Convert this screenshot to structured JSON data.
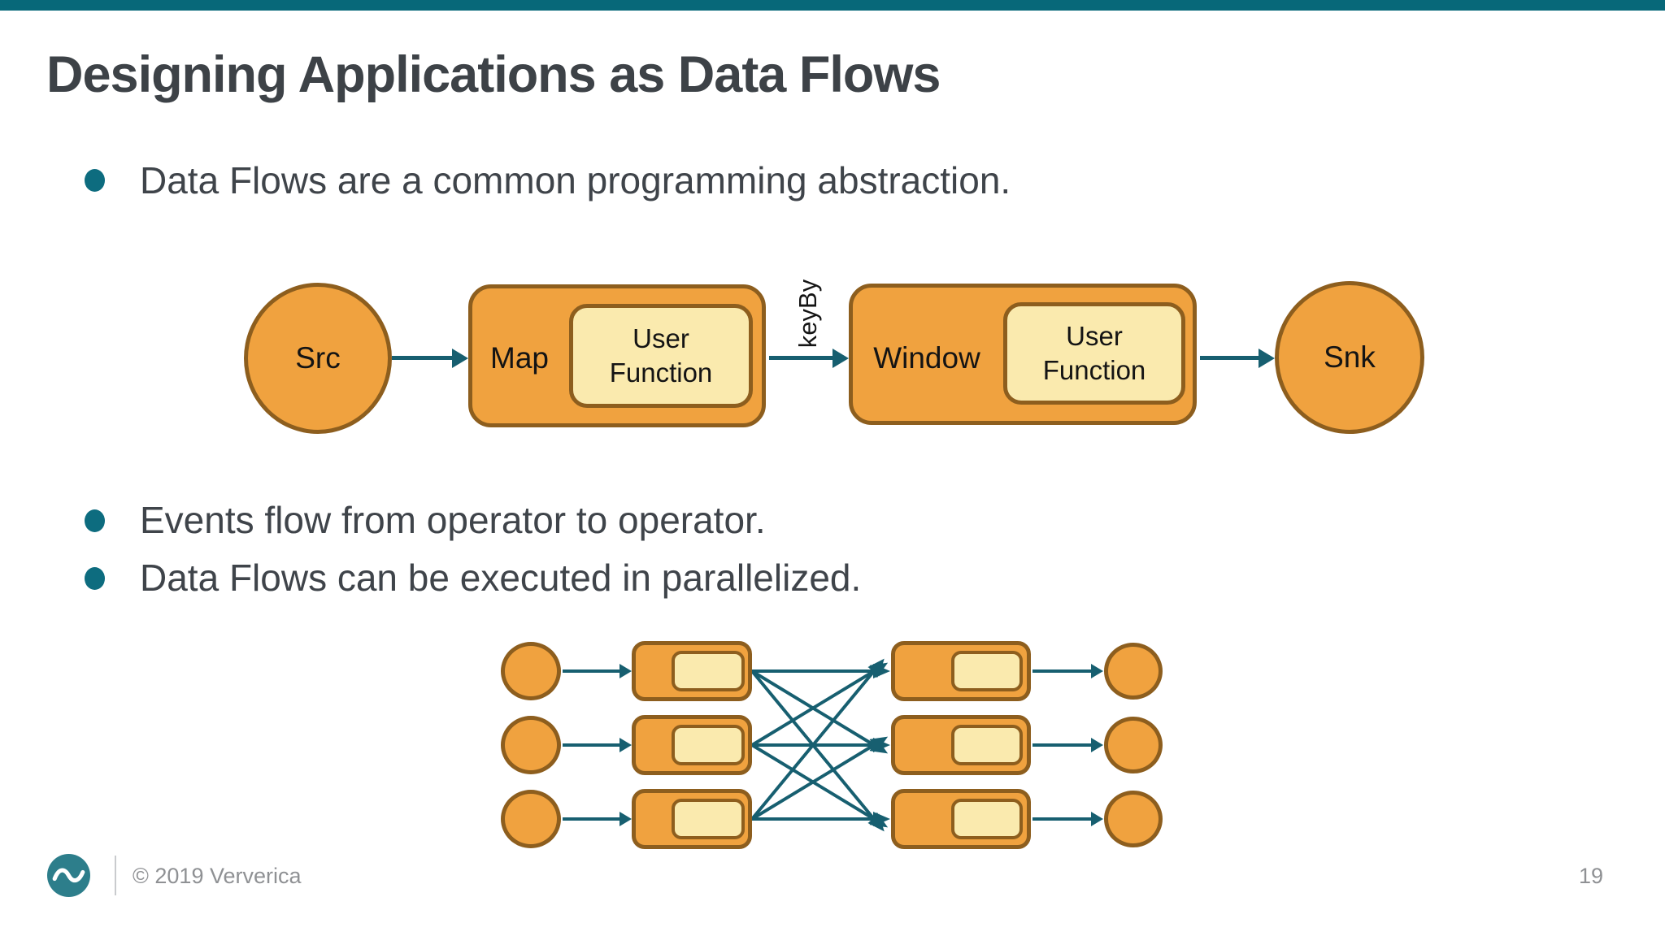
{
  "slide": {
    "title": "Designing Applications as Data Flows",
    "bullets": [
      "Data Flows are a common programming abstraction.",
      "Events flow from operator to operator.",
      "Data Flows can be executed in parallelized."
    ],
    "footer": {
      "copyright": "© 2019 Ververica",
      "page_number": "19",
      "logo_icon": "ververica-wave-logo"
    },
    "colors": {
      "accent_teal_bar": "#076879",
      "bullet_teal": "#0d6c7f",
      "arrow_teal": "#175f70",
      "node_orange_fill": "#f0a23f",
      "node_border_brown": "#8d5e1e",
      "user_function_cream": "#faeaae",
      "text_dark": "#3f444a",
      "footer_gray": "#8f9194"
    }
  },
  "pipeline_diagram": {
    "source_label": "Src",
    "map_label": "Map",
    "map_inner_label": "User Function",
    "edge_label": "keyBy",
    "window_label": "Window",
    "window_inner_label": "User Function",
    "sink_label": "Snk"
  },
  "parallel_diagram": {
    "rows": 3,
    "columns": [
      "source",
      "operator-with-user-function",
      "operator-with-user-function",
      "sink"
    ],
    "shuffle_pattern": "all-to-all"
  }
}
